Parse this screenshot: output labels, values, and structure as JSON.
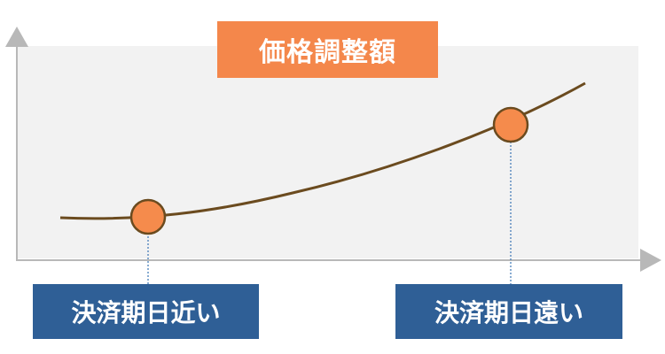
{
  "title": "価格調整額",
  "near_label": "決済期日近い",
  "far_label": "決済期日遠い",
  "colors": {
    "title_box": "#F4874B",
    "date_box": "#2F5F96",
    "curve": "#6B4B1F",
    "point_fill": "#F58B4C",
    "guide_line": "#3A74B5",
    "axis": "#B8B8B8",
    "plot_bg": "#F2F2F2"
  }
}
